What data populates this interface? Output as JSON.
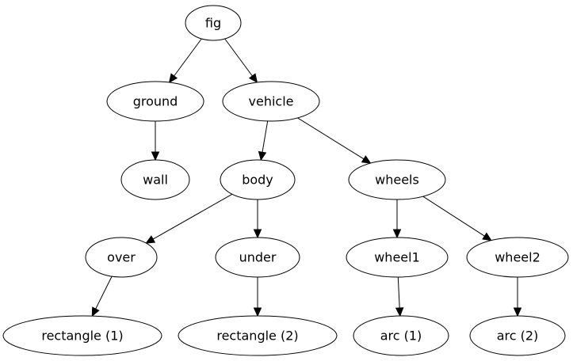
{
  "diagram": {
    "nodes": {
      "fig": "fig",
      "ground": "ground",
      "vehicle": "vehicle",
      "wall": "wall",
      "body": "body",
      "wheels": "wheels",
      "over": "over",
      "under": "under",
      "wheel1": "wheel1",
      "wheel2": "wheel2",
      "rectangle1": "rectangle (1)",
      "rectangle2": "rectangle (2)",
      "arc1": "arc (1)",
      "arc2": "arc (2)"
    },
    "edges": [
      {
        "from": "fig",
        "to": "ground"
      },
      {
        "from": "fig",
        "to": "vehicle"
      },
      {
        "from": "ground",
        "to": "wall"
      },
      {
        "from": "vehicle",
        "to": "body"
      },
      {
        "from": "vehicle",
        "to": "wheels"
      },
      {
        "from": "body",
        "to": "over"
      },
      {
        "from": "body",
        "to": "under"
      },
      {
        "from": "wheels",
        "to": "wheel1"
      },
      {
        "from": "wheels",
        "to": "wheel2"
      },
      {
        "from": "over",
        "to": "rectangle1"
      },
      {
        "from": "under",
        "to": "rectangle2"
      },
      {
        "from": "wheel1",
        "to": "arc1"
      },
      {
        "from": "wheel2",
        "to": "arc2"
      }
    ]
  }
}
